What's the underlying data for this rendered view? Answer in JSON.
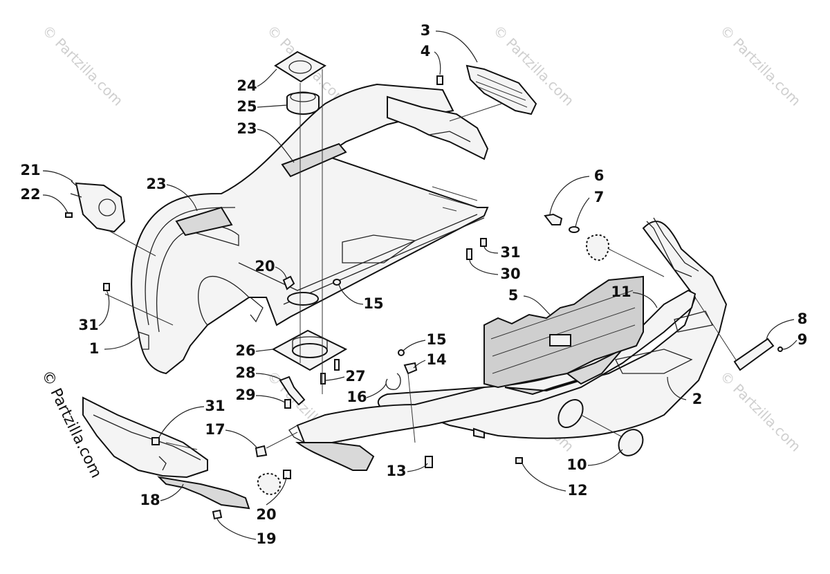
{
  "watermark": {
    "text": "© Partzilla.com",
    "side_text": "© Partzilla.com"
  },
  "callouts": [
    {
      "id": "c3",
      "label": "3"
    },
    {
      "id": "c4",
      "label": "4"
    },
    {
      "id": "c24",
      "label": "24"
    },
    {
      "id": "c25",
      "label": "25"
    },
    {
      "id": "c23a",
      "label": "23"
    },
    {
      "id": "c21",
      "label": "21"
    },
    {
      "id": "c22",
      "label": "22"
    },
    {
      "id": "c23b",
      "label": "23"
    },
    {
      "id": "c6",
      "label": "6"
    },
    {
      "id": "c7",
      "label": "7"
    },
    {
      "id": "c31a",
      "label": "31"
    },
    {
      "id": "c30",
      "label": "30"
    },
    {
      "id": "c20a",
      "label": "20"
    },
    {
      "id": "c15a",
      "label": "15"
    },
    {
      "id": "c5",
      "label": "5"
    },
    {
      "id": "c11",
      "label": "11"
    },
    {
      "id": "c31b",
      "label": "31"
    },
    {
      "id": "c1",
      "label": "1"
    },
    {
      "id": "c8",
      "label": "8"
    },
    {
      "id": "c9",
      "label": "9"
    },
    {
      "id": "c26",
      "label": "26"
    },
    {
      "id": "c15b",
      "label": "15"
    },
    {
      "id": "c14",
      "label": "14"
    },
    {
      "id": "c28",
      "label": "28"
    },
    {
      "id": "c27",
      "label": "27"
    },
    {
      "id": "c16",
      "label": "16"
    },
    {
      "id": "c29",
      "label": "29"
    },
    {
      "id": "c2",
      "label": "2"
    },
    {
      "id": "c31c",
      "label": "31"
    },
    {
      "id": "c17",
      "label": "17"
    },
    {
      "id": "c10",
      "label": "10"
    },
    {
      "id": "c13",
      "label": "13"
    },
    {
      "id": "c12",
      "label": "12"
    },
    {
      "id": "c18",
      "label": "18"
    },
    {
      "id": "c20b",
      "label": "20"
    },
    {
      "id": "c19",
      "label": "19"
    }
  ]
}
